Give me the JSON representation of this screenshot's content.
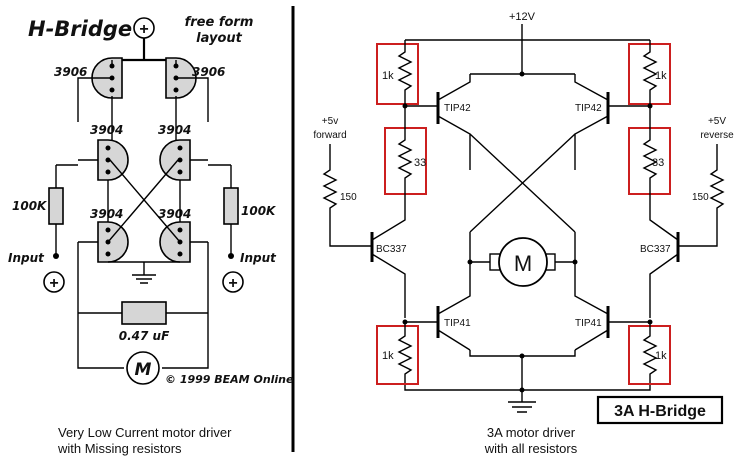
{
  "left": {
    "title": "H-Bridge",
    "note_line1": "free form",
    "note_line2": "layout",
    "plus_symbol": "+",
    "q3906_left": "3906",
    "q3906_right": "3906",
    "q3904_ul": "3904",
    "q3904_ur": "3904",
    "q3904_ll": "3904",
    "q3904_lr": "3904",
    "r_left": "100K",
    "r_right": "100K",
    "input_left": "Input",
    "input_right": "Input",
    "capacitor": "0.47 uF",
    "motor": "M",
    "copyright": "© 1999 BEAM Online",
    "caption_line1": "Very Low Current motor driver",
    "caption_line2": "with Missing resistors"
  },
  "right": {
    "supply": "+12V",
    "fwd_voltage": "+5v",
    "fwd_label": "forward",
    "rev_voltage": "+5V",
    "rev_label": "reverse",
    "r_top_left": "1k",
    "r_top_right": "1k",
    "r_mid_left": "33",
    "r_mid_right": "33",
    "r_base_left": "150",
    "r_base_right": "150",
    "r_bot_left": "1k",
    "r_bot_right": "1k",
    "q_top_left": "TIP42",
    "q_top_right": "TIP42",
    "q_drv_left": "BC337",
    "q_drv_right": "BC337",
    "q_bot_left": "TIP41",
    "q_bot_right": "TIP41",
    "motor": "M",
    "badge": "3A H-Bridge",
    "caption_line1": "3A motor driver",
    "caption_line2": "with all resistors"
  },
  "colors": {
    "highlight": "#cc1f1f",
    "package_fill": "#d6d6d6",
    "wire": "#000000"
  }
}
